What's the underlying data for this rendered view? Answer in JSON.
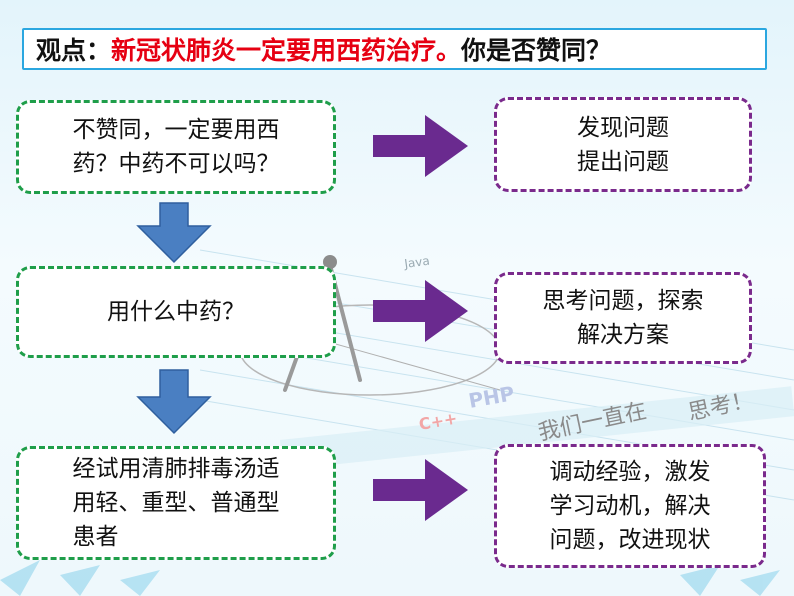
{
  "title": {
    "prefix": "观点：",
    "highlight": "新冠状肺炎一定要用西药治疗。",
    "suffix": "你是否赞同？"
  },
  "rows": [
    {
      "left_lines": [
        "不赞同，一定要用西",
        "药？中药不可以吗？"
      ],
      "right_lines": [
        "发现问题",
        "提出问题"
      ]
    },
    {
      "left_lines": [
        "用什么中药？"
      ],
      "right_lines": [
        "思考问题，探索",
        "解决方案"
      ]
    },
    {
      "left_lines": [
        "经试用清肺排毒汤适",
        "用轻、重型、普通型",
        "患者"
      ],
      "right_lines": [
        "调动经验，激发",
        "学习动机，解决",
        "问题，改进现状"
      ]
    }
  ],
  "background": {
    "handwriting": [
      "我们一直在",
      "思考！"
    ],
    "logo_text": [
      "PHP",
      "C++",
      "Java"
    ]
  },
  "colors": {
    "title_border": "#2ba7e0",
    "title_red": "#e60012",
    "left_border": "#1f9e4a",
    "right_border": "#7a2a8c",
    "right_arrow": "#6a2a8f",
    "down_arrow": "#4a7fc2"
  }
}
